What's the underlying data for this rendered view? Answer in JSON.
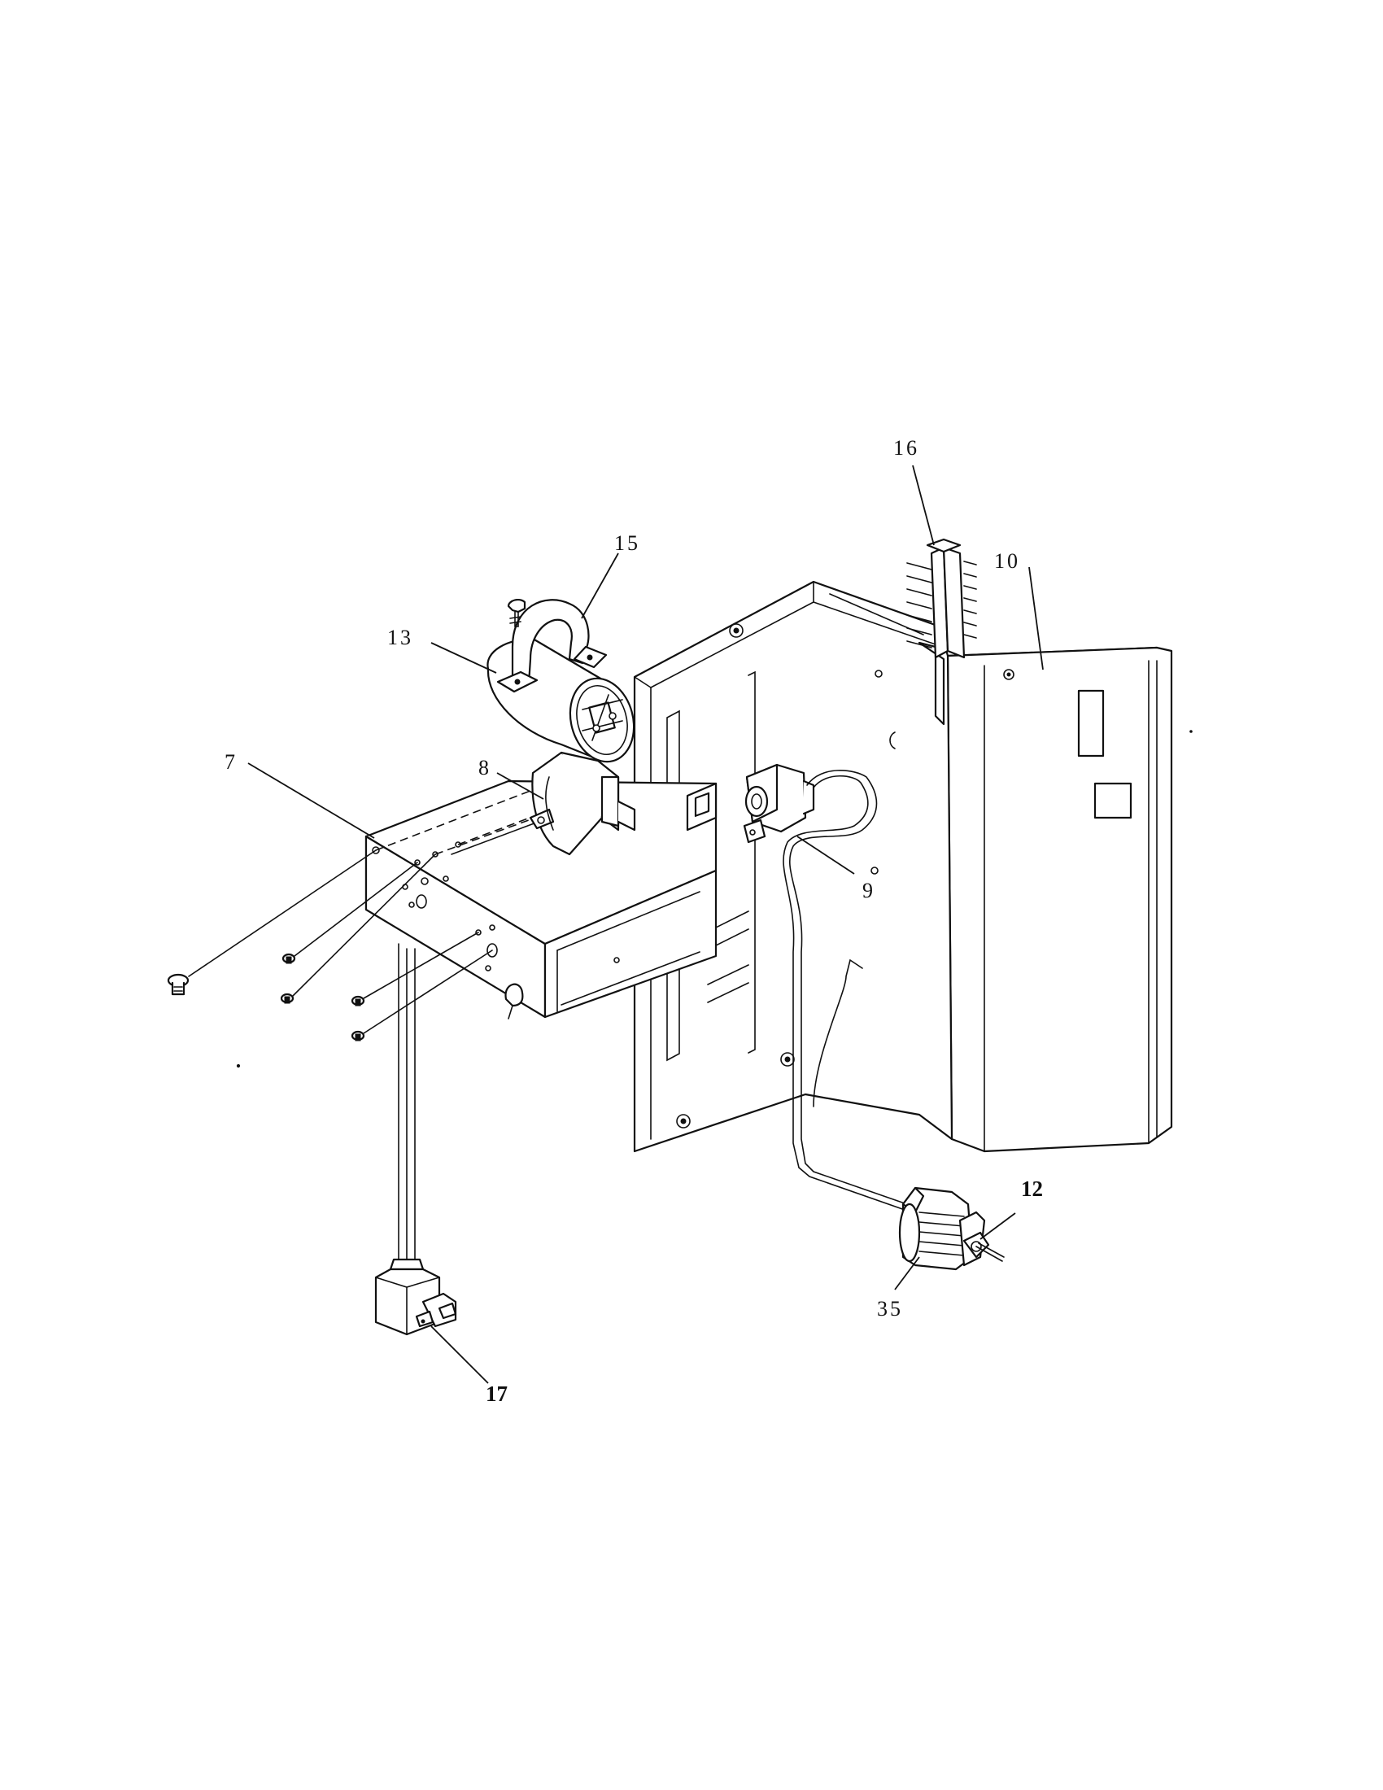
{
  "callouts": {
    "c7": "7",
    "c8": "8",
    "c9": "9",
    "c10": "10",
    "c12": "12",
    "c13": "13",
    "c15": "15",
    "c16": "16",
    "c17": "17",
    "c35": "35"
  },
  "colors": {
    "line": "#111111",
    "paper": "#ffffff"
  }
}
